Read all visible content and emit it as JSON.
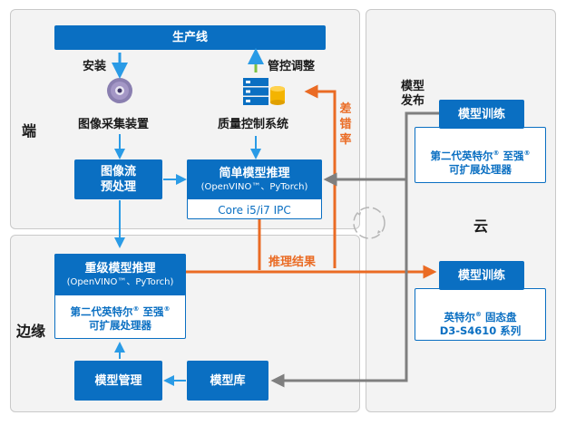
{
  "regions": {
    "edge": "端",
    "edge_cloud_combo": "边缘",
    "cloud": "云"
  },
  "production_line": "生产线",
  "install_label": "安装",
  "control_label": "管控调整",
  "image_capture": "图像采集装置",
  "quality_control": "质量控制系统",
  "image_preprocess": "图像流\n预处理",
  "simple_inference": {
    "title": "简单模型推理",
    "subtitle": "(OpenVINO™、PyTorch)",
    "hardware": "Core i5/i7 IPC"
  },
  "error_rate_label": "差\n错\n率",
  "model_release_label": "模型\n发布",
  "inference_result_label": "推理结果",
  "cloud_training_top": {
    "title": "模型训练",
    "processor_line1": "第二代英特尔",
    "processor_reg": "®",
    "processor_line1b": " 至强",
    "processor_line2": "可扩展处理器"
  },
  "cloud_training_bottom": {
    "title": "模型训练",
    "storage_line1": "英特尔",
    "storage_reg": "®",
    "storage_line1b": " 固态盘",
    "storage_line2": "D3-S4610 系列"
  },
  "edge_inference": {
    "title": "重级模型推理",
    "subtitle": "(OpenVINO™、PyTorch)",
    "processor_line1": "第二代英特尔",
    "processor_reg": "®",
    "processor_line1b": " 至强",
    "processor_line2": "可扩展处理器"
  },
  "model_management": "模型管理",
  "model_library": "模型库",
  "colors": {
    "blue": "#0a6fc2",
    "orange": "#ea6b24",
    "gray_arrow": "#7f7f7f",
    "region_bg": "#f3f3f3",
    "arrow_blue": "#2a9be6"
  },
  "icons": [
    "cd-disc-icon",
    "server-database-icon",
    "cycle-icon"
  ]
}
